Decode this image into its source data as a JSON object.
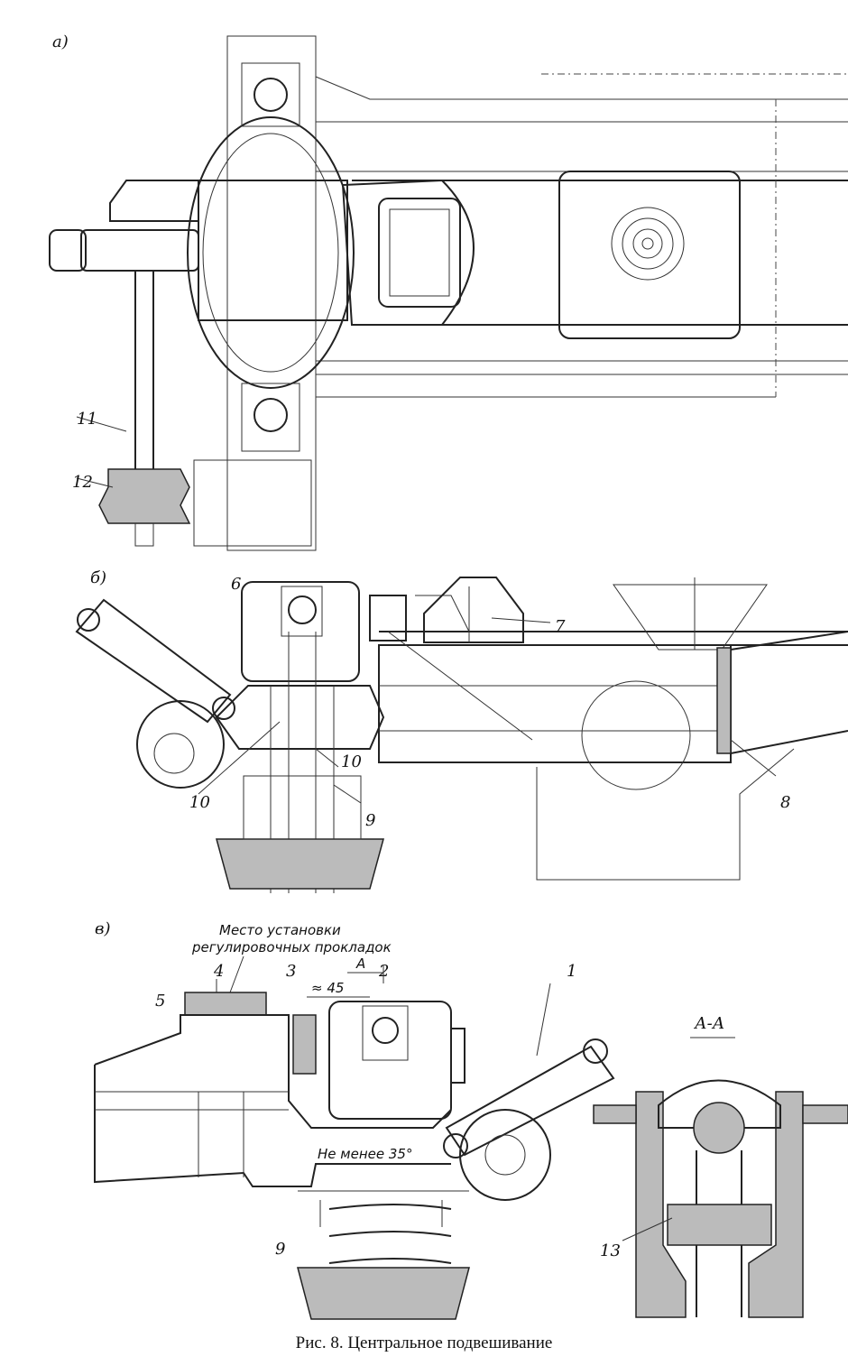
{
  "panels": {
    "a": {
      "label": "а)",
      "parts": [
        "11",
        "12"
      ]
    },
    "b": {
      "label": "б)",
      "parts": [
        "6",
        "7",
        "10",
        "10",
        "9",
        "8"
      ]
    },
    "c": {
      "label": "в)",
      "parts": [
        "4",
        "5",
        "3",
        "2",
        "1",
        "9"
      ],
      "note_line1": "Место установки",
      "note_line2": "регулировочных прокладок",
      "dim_gap": "≈ 45",
      "section_mark": "А",
      "angle_note": "Не менее 35°"
    },
    "section": {
      "label": "А-А",
      "parts": [
        "13"
      ]
    }
  },
  "caption": "Рис. 8. Центральное подвешивание"
}
